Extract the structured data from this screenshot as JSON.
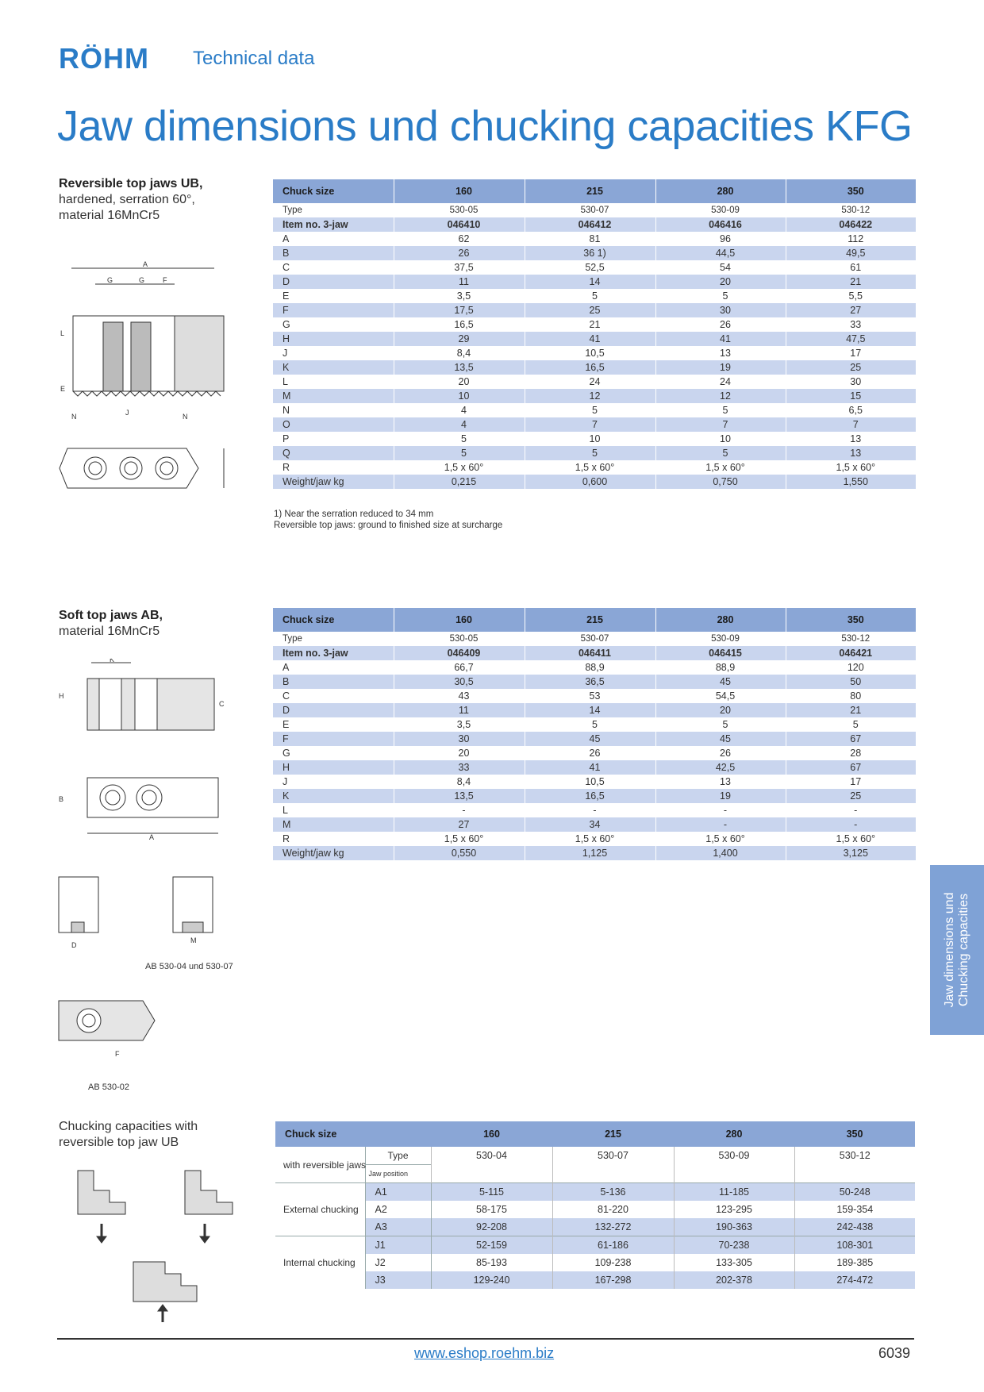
{
  "header": {
    "logo_text": "RÖHM",
    "subtitle": "Technical data",
    "title": "Jaw dimensions und chucking capacities KFG"
  },
  "section1": {
    "label_bold": "Reversible top jaws UB,",
    "label_lines": [
      "hardened, serration 60°,",
      "material 16MnCr5"
    ],
    "table": {
      "headers": [
        "Chuck size",
        "160",
        "215",
        "280",
        "350"
      ],
      "rows": [
        [
          "Type",
          "530-05",
          "530-07",
          "530-09",
          "530-12"
        ],
        [
          "Item no. 3-jaw",
          "046410",
          "046412",
          "046416",
          "046422"
        ],
        [
          "A",
          "62",
          "81",
          "96",
          "112"
        ],
        [
          "B",
          "26",
          "36 1)",
          "44,5",
          "49,5"
        ],
        [
          "C",
          "37,5",
          "52,5",
          "54",
          "61"
        ],
        [
          "D",
          "11",
          "14",
          "20",
          "21"
        ],
        [
          "E",
          "3,5",
          "5",
          "5",
          "5,5"
        ],
        [
          "F",
          "17,5",
          "25",
          "30",
          "27"
        ],
        [
          "G",
          "16,5",
          "21",
          "26",
          "33"
        ],
        [
          "H",
          "29",
          "41",
          "41",
          "47,5"
        ],
        [
          "J",
          "8,4",
          "10,5",
          "13",
          "17"
        ],
        [
          "K",
          "13,5",
          "16,5",
          "19",
          "25"
        ],
        [
          "L",
          "20",
          "24",
          "24",
          "30"
        ],
        [
          "M",
          "10",
          "12",
          "12",
          "15"
        ],
        [
          "N",
          "4",
          "5",
          "5",
          "6,5"
        ],
        [
          "O",
          "4",
          "7",
          "7",
          "7"
        ],
        [
          "P",
          "5",
          "10",
          "10",
          "13"
        ],
        [
          "Q",
          "5",
          "5",
          "5",
          "13"
        ],
        [
          "R",
          "1,5 x 60°",
          "1,5 x 60°",
          "1,5 x 60°",
          "1,5 x 60°"
        ],
        [
          "Weight/jaw kg",
          "0,215",
          "0,600",
          "0,750",
          "1,550"
        ]
      ]
    },
    "notes": [
      "1) Near the serration reduced to 34 mm",
      "Reversible top jaws: ground to finished size at surcharge"
    ]
  },
  "section2": {
    "label_bold": "Soft top jaws AB,",
    "label_lines": [
      "material 16MnCr5"
    ],
    "table": {
      "headers": [
        "Chuck size",
        "160",
        "215",
        "280",
        "350"
      ],
      "rows": [
        [
          "Type",
          "530-05",
          "530-07",
          "530-09",
          "530-12"
        ],
        [
          "Item no. 3-jaw",
          "046409",
          "046411",
          "046415",
          "046421"
        ],
        [
          "A",
          "66,7",
          "88,9",
          "88,9",
          "120"
        ],
        [
          "B",
          "30,5",
          "36,5",
          "45",
          "50"
        ],
        [
          "C",
          "43",
          "53",
          "54,5",
          "80"
        ],
        [
          "D",
          "11",
          "14",
          "20",
          "21"
        ],
        [
          "E",
          "3,5",
          "5",
          "5",
          "5"
        ],
        [
          "F",
          "30",
          "45",
          "45",
          "67"
        ],
        [
          "G",
          "20",
          "26",
          "26",
          "28"
        ],
        [
          "H",
          "33",
          "41",
          "42,5",
          "67"
        ],
        [
          "J",
          "8,4",
          "10,5",
          "13",
          "17"
        ],
        [
          "K",
          "13,5",
          "16,5",
          "19",
          "25"
        ],
        [
          "L",
          "-",
          "-",
          "-",
          "-"
        ],
        [
          "M",
          "27",
          "34",
          "-",
          "-"
        ],
        [
          "R",
          "1,5 x 60°",
          "1,5 x 60°",
          "1,5 x 60°",
          "1,5 x 60°"
        ],
        [
          "Weight/jaw kg",
          "0,550",
          "1,125",
          "1,400",
          "3,125"
        ]
      ]
    },
    "fig_captions": [
      "AB 530-04 und 530-07",
      "AB 530-02"
    ]
  },
  "section3": {
    "label_lines": [
      "Chucking capacities with",
      "reversible top jaw UB"
    ],
    "table": {
      "headers": [
        "Chuck size",
        "",
        "160",
        "215",
        "280",
        "350"
      ],
      "with_label": "with reversible jaws",
      "type_label": "Type",
      "types": [
        "530-04",
        "530-07",
        "530-09",
        "530-12"
      ],
      "jaw_position_label": "Jaw position",
      "external_label": "External chucking",
      "internal_label": "Internal chucking",
      "external": [
        [
          "A1",
          "5-115",
          "5-136",
          "11-185",
          "50-248"
        ],
        [
          "A2",
          "58-175",
          "81-220",
          "123-295",
          "159-354"
        ],
        [
          "A3",
          "92-208",
          "132-272",
          "190-363",
          "242-438"
        ]
      ],
      "internal": [
        [
          "J1",
          "52-159",
          "61-186",
          "70-238",
          "108-301"
        ],
        [
          "J2",
          "85-193",
          "109-238",
          "133-305",
          "189-385"
        ],
        [
          "J3",
          "129-240",
          "167-298",
          "202-378",
          "274-472"
        ]
      ]
    }
  },
  "side_tab": {
    "line1": "Jaw dimensions und",
    "line2": "Chucking capacities"
  },
  "footer": {
    "url": "www.eshop.roehm.biz",
    "page": "6039"
  },
  "colors": {
    "accent": "#2a7cc7",
    "header_row": "#8aa6d6",
    "alt_row": "#c9d5ee",
    "side_tab": "#7fa2d6"
  }
}
